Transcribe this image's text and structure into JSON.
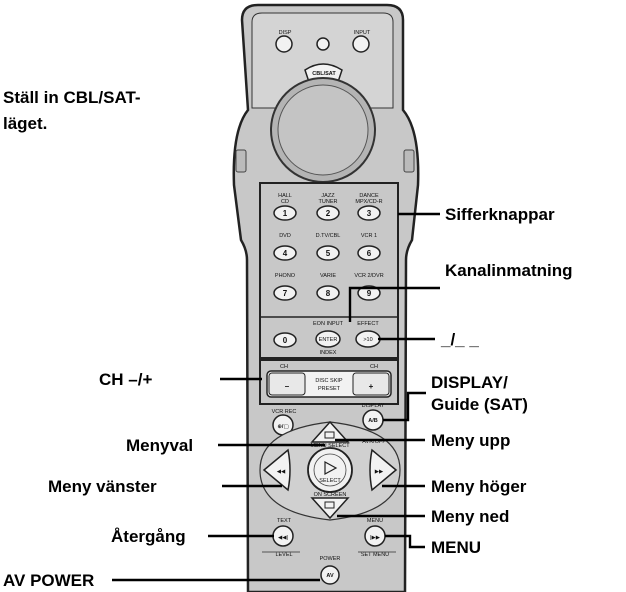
{
  "instruction": {
    "line1": "Ställ in CBL/SAT-",
    "line2": "läget."
  },
  "callouts": {
    "number_buttons": "Sifferknappar",
    "channel_input": "Kanalinmatning",
    "dash_input": "_/_ _",
    "ch_minus_plus": "CH –/+",
    "display_line1": "DISPLAY/",
    "display_line2": "Guide (SAT)",
    "menu_select": "Menyval",
    "menu_up": "Meny upp",
    "menu_left": "Meny vänster",
    "menu_right": "Meny höger",
    "menu_down": "Meny ned",
    "return": "Återgång",
    "menu": "MENU",
    "av_power": "AV POWER"
  },
  "remote": {
    "top_left_label": "DISP",
    "top_right_label": "INPUT",
    "mode_button": "CBL/SAT",
    "keypad_sublabels": [
      [
        "HALL",
        "CD"
      ],
      [
        "JAZZ",
        "TUNER"
      ],
      [
        "DANCE",
        "MPX/CD-R"
      ],
      [
        "DVD",
        ""
      ],
      [
        "D.TV/CBL",
        ""
      ],
      [
        "VCR 1",
        ""
      ],
      [
        "PHONO",
        ""
      ],
      [
        "VARIE",
        ""
      ],
      [
        "VCR 2/DVR",
        ""
      ]
    ],
    "keypad_digits": [
      "1",
      "2",
      "3",
      "4",
      "5",
      "6",
      "7",
      "8",
      "9"
    ],
    "zero": "0",
    "enter_top": "EON INPUT",
    "enter_label": "ENTER",
    "enter_bottom": "INDEX",
    "plus10_top": "EFFECT",
    "plus10_label": ">10",
    "ch_small_left": "CH",
    "ch_small_right": "CH",
    "ch_minus": "–",
    "ch_plus": "+",
    "ch_mid_top": "DISC SKIP",
    "ch_mid_bottom": "PRESET",
    "left_btn_top": "VCR REC",
    "display_top": "DISPLAY",
    "display_btn": "A/B",
    "select_top": "MENU SELECT",
    "select_label": "SELECT",
    "on_screen": "ON SCREEN",
    "avroe": "AVR/OFF",
    "text_label": "TEXT",
    "level_label": "LEVEL",
    "menu_top": "MENU",
    "set_menu": "SET MENU",
    "power_label": "POWER",
    "av_btn": "AV"
  }
}
